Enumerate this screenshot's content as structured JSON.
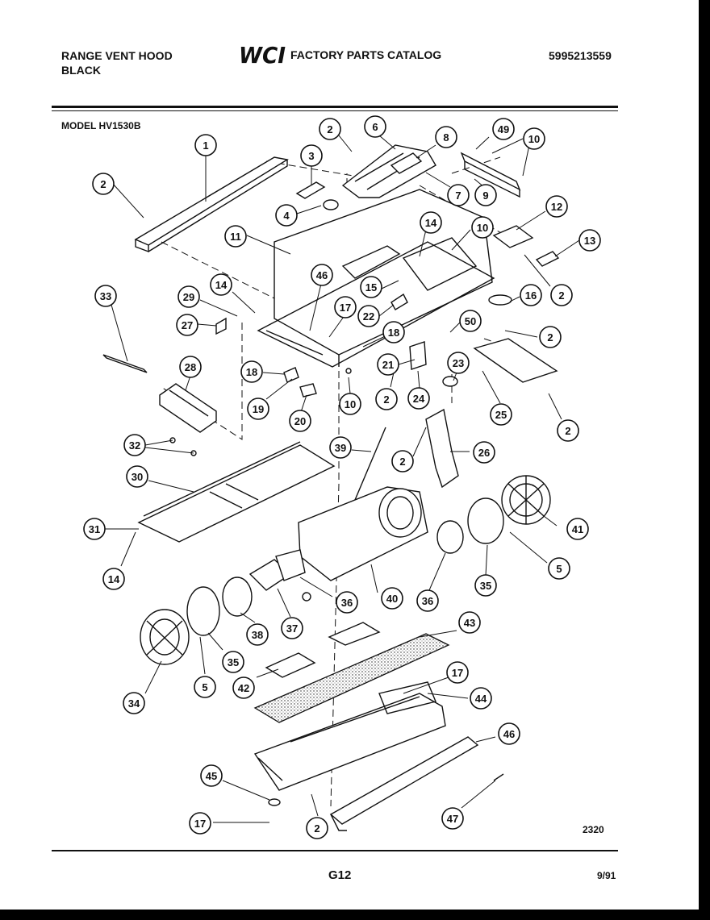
{
  "header": {
    "product_line1": "RANGE VENT HOOD",
    "product_line2": "BLACK",
    "catalog_title": "FACTORY PARTS CATALOG",
    "catalog_number": "5995213559",
    "logo_text": "WCI"
  },
  "model_label": "MODEL HV1530B",
  "footer": {
    "page_code": "G12",
    "date": "9/91",
    "drawing_number": "2320"
  },
  "callouts": [
    "1",
    "2",
    "3",
    "4",
    "2",
    "6",
    "8",
    "49",
    "10",
    "7",
    "9",
    "11",
    "14",
    "10",
    "12",
    "13",
    "2",
    "33",
    "29",
    "14",
    "46",
    "15",
    "17",
    "22",
    "16",
    "27",
    "18",
    "50",
    "2",
    "28",
    "18",
    "21",
    "23",
    "19",
    "20",
    "10",
    "2",
    "24",
    "25",
    "2",
    "32",
    "39",
    "2",
    "26",
    "30",
    "31",
    "14",
    "41",
    "5",
    "40",
    "36",
    "35",
    "36",
    "37",
    "38",
    "43",
    "35",
    "34",
    "5",
    "42",
    "17",
    "44",
    "46",
    "45",
    "17",
    "2",
    "47"
  ]
}
